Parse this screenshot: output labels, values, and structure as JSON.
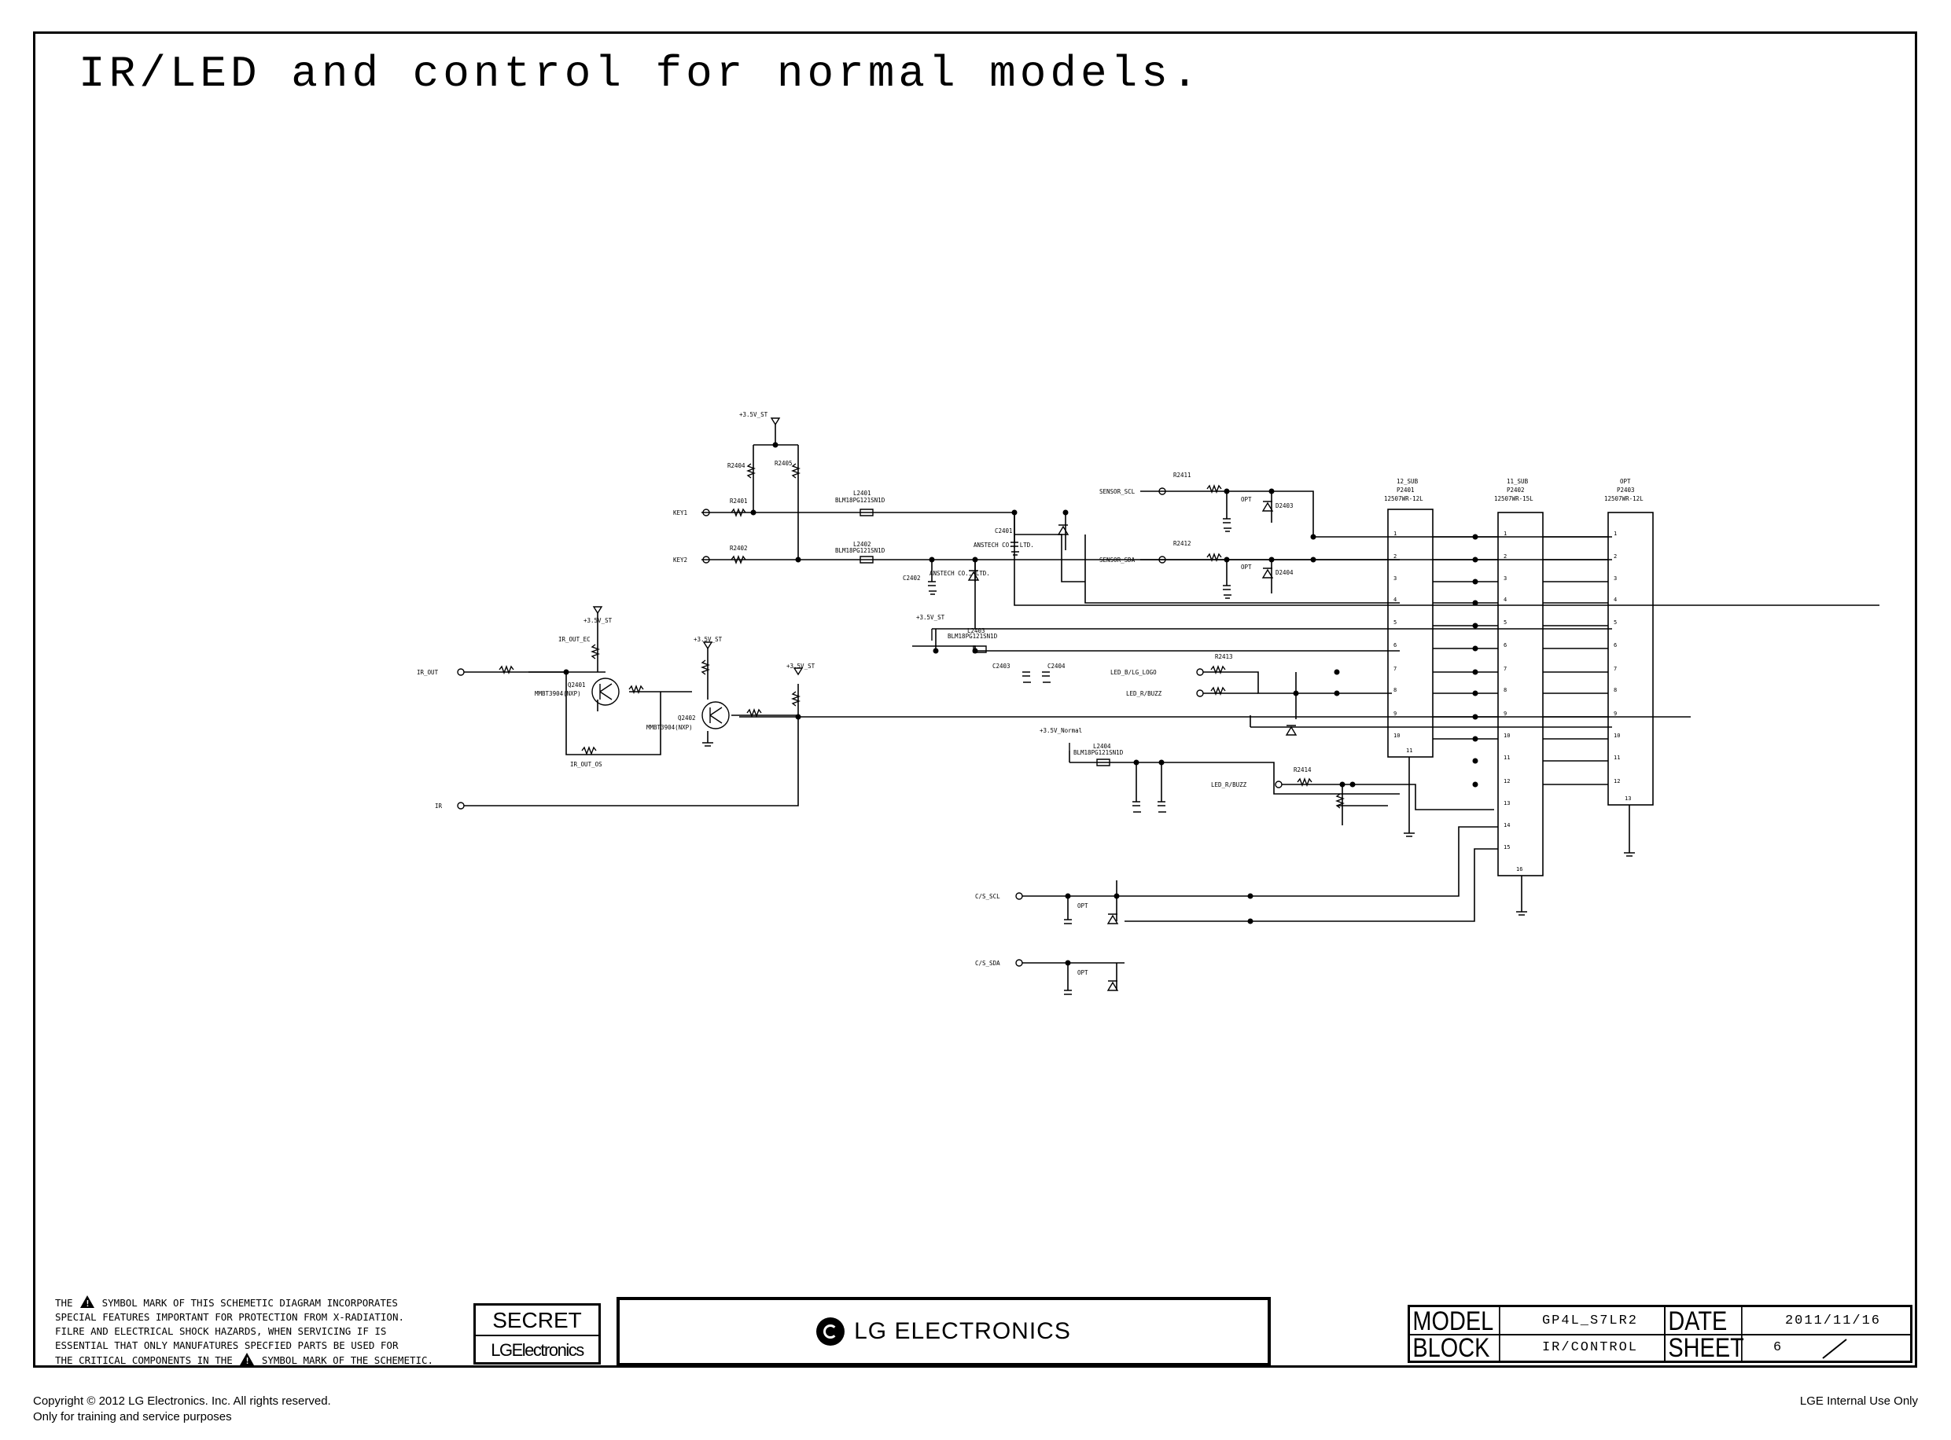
{
  "title": "IR/LED and control for normal models.",
  "warning_lines": [
    [
      "THE ",
      " SYMBOL MARK OF THIS SCHEMETIC DIAGRAM INCORPORATES"
    ],
    [
      "SPECIAL FEATURES IMPORTANT FOR PROTECTION FROM X-RADIATION."
    ],
    [
      "FILRE AND ELECTRICAL SHOCK HAZARDS, WHEN SERVICING IF IS"
    ],
    [
      "ESSENTIAL THAT ONLY MANUFATURES SPECFIED PARTS BE USED FOR"
    ],
    [
      "THE CRITICAL COMPONENTS IN THE ",
      " SYMBOL MARK OF THE SCHEMETIC."
    ]
  ],
  "secret": {
    "label": "SECRET",
    "brand": "LGElectronics"
  },
  "brand_center": "LG ELECTRONICS",
  "title_block": {
    "model_label": "MODEL",
    "model_value": "GP4L_S7LR2",
    "date_label": "DATE",
    "date_value": "2011/11/16",
    "block_label": "BLOCK",
    "block_value": "IR/CONTROL",
    "sheet_label": "SHEET",
    "sheet_value": "6"
  },
  "footer": {
    "copyright": "Copyright © 2012 LG Electronics. Inc. All rights reserved.",
    "training": "Only for training and service purposes",
    "internal": "LGE Internal Use Only"
  },
  "labels": {
    "key1": "KEY1",
    "key2": "KEY2",
    "ir_out": "IR_OUT",
    "ir": "IR",
    "sensor_scl": "SENSOR_SCL",
    "sensor_sda": "SENSOR_SDA",
    "led_b_lg_logo": "LED_B/LG_LOGO",
    "led_r_buzz": "LED_R/BUZZ",
    "led_r_buzz2": "LED_R/BUZZ",
    "cs_scl": "C/S_SCL",
    "cs_sda": "C/S_SDA",
    "v35_st": "+3.5V_ST",
    "v35_normal": "+3.5V_Normal",
    "r2404": "R2404",
    "r2405": "R2405",
    "r2401": "R2401",
    "r2402": "R2402",
    "l2401": "L2401",
    "l2402": "L2402",
    "l2403": "L2403",
    "l2404": "L2404",
    "blm": "BLM18PG121SN1D",
    "c2401": "C2401",
    "c2402": "C2402",
    "c2403": "C2403",
    "c2404": "C2404",
    "r2411": "R2411",
    "r2412": "R2412",
    "r2413": "R2413",
    "r2414": "R2414",
    "d2403": "D2403",
    "d2404": "D2404",
    "p2401": "P2401",
    "p2402": "P2402",
    "p2403": "P2403",
    "p2401_top": "12_SUB",
    "p2402_top": "11_SUB",
    "p2403_top": "OPT",
    "p2401_part": "12507WR-12L",
    "p2402_part": "12507WR-15L",
    "p2403_part": "12507WR-12L",
    "q2401": "Q2401",
    "q2402": "Q2402",
    "mmbt": "MMBT3904(NXP)",
    "ir_out_ec": "IR_OUT_EC",
    "ir_out_os": "IR_OUT_OS",
    "opt": "OPT",
    "anstech": "ANSTECH CO., LTD."
  }
}
